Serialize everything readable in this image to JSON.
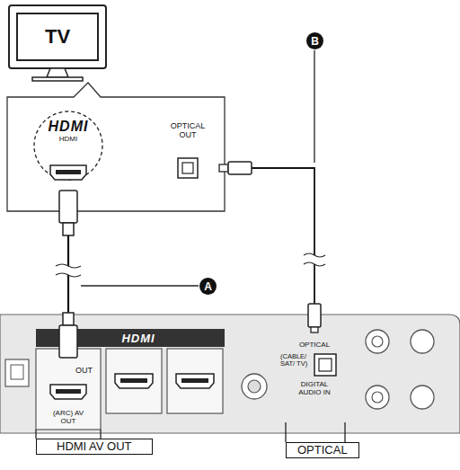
{
  "diagram": {
    "nodes": [
      {
        "text": [
          "TV"
        ]
      },
      {
        "text": [
          "HDMI",
          "HDMI"
        ]
      },
      {
        "text": [
          "OPTICAL OUT"
        ]
      },
      {
        "text": [
          "OUT",
          "(ARC) AV OUT"
        ]
      },
      {
        "text": [
          "OPTICAL",
          "(CABLE/ SAT/ TV)",
          "DIGITAL AUDIO IN"
        ]
      },
      {
        "text": [
          "HDMI AV OUT"
        ]
      },
      {
        "text": [
          "OPTICAL"
        ]
      }
    ],
    "edges": [
      {
        "from": 1,
        "to": 3,
        "arrow": "both"
      },
      {
        "from": 2,
        "to": 4,
        "arrow": "both"
      }
    ],
    "labels": [
      "A",
      "B",
      "HDMI"
    ]
  }
}
